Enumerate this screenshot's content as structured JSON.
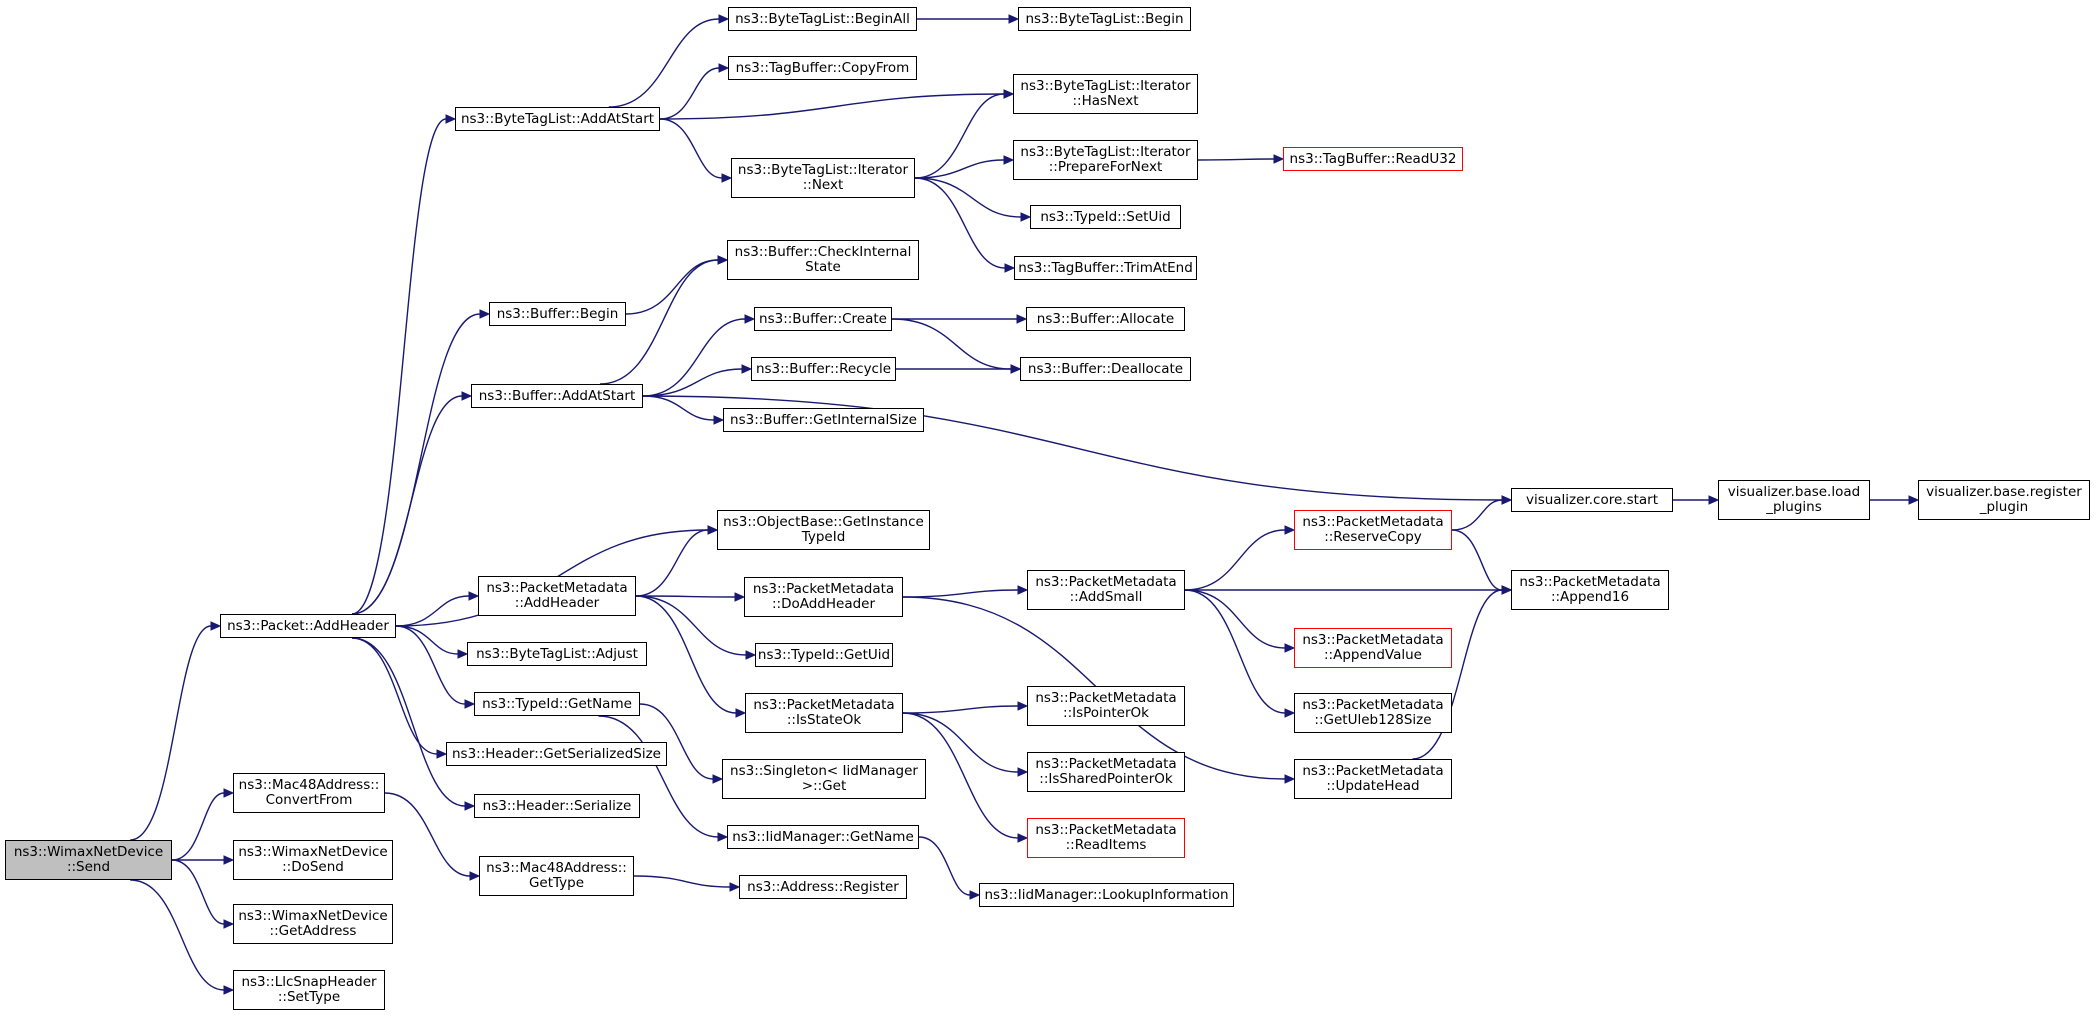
{
  "graph": {
    "colors": {
      "edge": "#191970",
      "node_border": "#000000",
      "truncated_border": "#ff0000",
      "root_fill": "#bfbfbf",
      "node_fill": "#ffffff"
    },
    "nodes": {
      "send": {
        "label": "ns3::WimaxNetDevice\n::Send",
        "root": true
      },
      "addheader_pkt": {
        "label": "ns3::Packet::AddHeader"
      },
      "mac_convert": {
        "label": "ns3::Mac48Address::\nConvertFrom"
      },
      "dosend": {
        "label": "ns3::WimaxNetDevice\n::DoSend"
      },
      "getaddress": {
        "label": "ns3::WimaxNetDevice\n::GetAddress"
      },
      "settype": {
        "label": "ns3::LlcSnapHeader\n::SetType"
      },
      "btl_addatstart": {
        "label": "ns3::ByteTagList::AddAtStart"
      },
      "buf_begin": {
        "label": "ns3::Buffer::Begin"
      },
      "buf_addatstart": {
        "label": "ns3::Buffer::AddAtStart"
      },
      "pm_addheader": {
        "label": "ns3::PacketMetadata\n::AddHeader"
      },
      "btl_adjust": {
        "label": "ns3::ByteTagList::Adjust"
      },
      "typeid_getname": {
        "label": "ns3::TypeId::GetName"
      },
      "hdr_getsersize": {
        "label": "ns3::Header::GetSerializedSize"
      },
      "hdr_serialize": {
        "label": "ns3::Header::Serialize"
      },
      "mac_gettype": {
        "label": "ns3::Mac48Address::\nGetType"
      },
      "btl_beginall": {
        "label": "ns3::ByteTagList::BeginAll"
      },
      "tb_copyfrom": {
        "label": "ns3::TagBuffer::CopyFrom"
      },
      "btl_it_next": {
        "label": "ns3::ByteTagList::Iterator\n::Next"
      },
      "buf_checkinternal": {
        "label": "ns3::Buffer::CheckInternal\nState"
      },
      "buf_create": {
        "label": "ns3::Buffer::Create"
      },
      "buf_recycle": {
        "label": "ns3::Buffer::Recycle"
      },
      "buf_getinternalsize": {
        "label": "ns3::Buffer::GetInternalSize"
      },
      "ob_getinstancetypeid": {
        "label": "ns3::ObjectBase::GetInstance\nTypeId"
      },
      "pm_doaddheader": {
        "label": "ns3::PacketMetadata\n::DoAddHeader"
      },
      "typeid_getuid": {
        "label": "ns3::TypeId::GetUid"
      },
      "pm_isstateok": {
        "label": "ns3::PacketMetadata\n::IsStateOk"
      },
      "singleton_get": {
        "label": "ns3::Singleton< IidManager\n>::Get"
      },
      "iid_getname": {
        "label": "ns3::IidManager::GetName"
      },
      "addr_register": {
        "label": "ns3::Address::Register"
      },
      "btl_begin": {
        "label": "ns3::ByteTagList::Begin"
      },
      "btl_it_hasnext": {
        "label": "ns3::ByteTagList::Iterator\n::HasNext"
      },
      "btl_it_prepare": {
        "label": "ns3::ByteTagList::Iterator\n::PrepareForNext"
      },
      "typeid_setuid": {
        "label": "ns3::TypeId::SetUid"
      },
      "tb_trimatend": {
        "label": "ns3::TagBuffer::TrimAtEnd"
      },
      "tb_readu32": {
        "label": "ns3::TagBuffer::ReadU32",
        "truncated": true
      },
      "buf_allocate": {
        "label": "ns3::Buffer::Allocate"
      },
      "buf_deallocate": {
        "label": "ns3::Buffer::Deallocate"
      },
      "vis_core_start": {
        "label": "visualizer.core.start"
      },
      "vis_load_plugins": {
        "label": "visualizer.base.load\n_plugins"
      },
      "vis_register_plugin": {
        "label": "visualizer.base.register\n_plugin"
      },
      "pm_addsmall": {
        "label": "ns3::PacketMetadata\n::AddSmall"
      },
      "pm_reservecopy": {
        "label": "ns3::PacketMetadata\n::ReserveCopy",
        "truncated": true
      },
      "pm_append16": {
        "label": "ns3::PacketMetadata\n::Append16"
      },
      "pm_appendvalue": {
        "label": "ns3::PacketMetadata\n::AppendValue",
        "truncated": true
      },
      "pm_getuleb": {
        "label": "ns3::PacketMetadata\n::GetUleb128Size"
      },
      "pm_updatehead": {
        "label": "ns3::PacketMetadata\n::UpdateHead"
      },
      "pm_ispointerok": {
        "label": "ns3::PacketMetadata\n::IsPointerOk"
      },
      "pm_issharedpointerok": {
        "label": "ns3::PacketMetadata\n::IsSharedPointerOk"
      },
      "pm_readitems": {
        "label": "ns3::PacketMetadata\n::ReadItems",
        "truncated": true
      },
      "iid_lookupinfo": {
        "label": "ns3::IidManager::LookupInformation"
      }
    },
    "edges": [
      [
        "send",
        "addheader_pkt"
      ],
      [
        "send",
        "mac_convert"
      ],
      [
        "send",
        "dosend"
      ],
      [
        "send",
        "getaddress"
      ],
      [
        "send",
        "settype"
      ],
      [
        "addheader_pkt",
        "btl_addatstart"
      ],
      [
        "addheader_pkt",
        "buf_begin"
      ],
      [
        "addheader_pkt",
        "buf_addatstart"
      ],
      [
        "addheader_pkt",
        "ob_getinstancetypeid"
      ],
      [
        "addheader_pkt",
        "pm_addheader"
      ],
      [
        "addheader_pkt",
        "btl_adjust"
      ],
      [
        "addheader_pkt",
        "typeid_getname"
      ],
      [
        "addheader_pkt",
        "hdr_getsersize"
      ],
      [
        "addheader_pkt",
        "hdr_serialize"
      ],
      [
        "mac_convert",
        "mac_gettype"
      ],
      [
        "btl_addatstart",
        "btl_beginall"
      ],
      [
        "btl_addatstart",
        "tb_copyfrom"
      ],
      [
        "btl_addatstart",
        "btl_it_hasnext"
      ],
      [
        "btl_addatstart",
        "btl_it_next"
      ],
      [
        "btl_beginall",
        "btl_begin"
      ],
      [
        "btl_it_next",
        "btl_it_hasnext"
      ],
      [
        "btl_it_next",
        "btl_it_prepare"
      ],
      [
        "btl_it_next",
        "typeid_setuid"
      ],
      [
        "btl_it_next",
        "tb_trimatend"
      ],
      [
        "btl_it_prepare",
        "tb_readu32"
      ],
      [
        "buf_begin",
        "buf_checkinternal"
      ],
      [
        "buf_addatstart",
        "buf_checkinternal"
      ],
      [
        "buf_addatstart",
        "buf_create"
      ],
      [
        "buf_addatstart",
        "buf_recycle"
      ],
      [
        "buf_addatstart",
        "buf_getinternalsize"
      ],
      [
        "buf_addatstart",
        "vis_core_start"
      ],
      [
        "buf_create",
        "buf_allocate"
      ],
      [
        "buf_create",
        "buf_deallocate"
      ],
      [
        "buf_recycle",
        "buf_deallocate"
      ],
      [
        "vis_core_start",
        "vis_load_plugins"
      ],
      [
        "vis_load_plugins",
        "vis_register_plugin"
      ],
      [
        "pm_addheader",
        "ob_getinstancetypeid"
      ],
      [
        "pm_addheader",
        "pm_doaddheader"
      ],
      [
        "pm_addheader",
        "typeid_getuid"
      ],
      [
        "pm_addheader",
        "pm_isstateok"
      ],
      [
        "pm_doaddheader",
        "pm_addsmall"
      ],
      [
        "pm_doaddheader",
        "pm_updatehead"
      ],
      [
        "pm_addsmall",
        "pm_reservecopy"
      ],
      [
        "pm_addsmall",
        "pm_append16"
      ],
      [
        "pm_addsmall",
        "pm_appendvalue"
      ],
      [
        "pm_addsmall",
        "pm_getuleb"
      ],
      [
        "pm_reservecopy",
        "vis_core_start"
      ],
      [
        "pm_reservecopy",
        "pm_append16"
      ],
      [
        "pm_updatehead",
        "pm_append16"
      ],
      [
        "pm_isstateok",
        "pm_ispointerok"
      ],
      [
        "pm_isstateok",
        "pm_issharedpointerok"
      ],
      [
        "pm_isstateok",
        "pm_readitems"
      ],
      [
        "typeid_getname",
        "singleton_get"
      ],
      [
        "typeid_getname",
        "iid_getname"
      ],
      [
        "iid_getname",
        "iid_lookupinfo"
      ],
      [
        "mac_gettype",
        "addr_register"
      ]
    ]
  }
}
